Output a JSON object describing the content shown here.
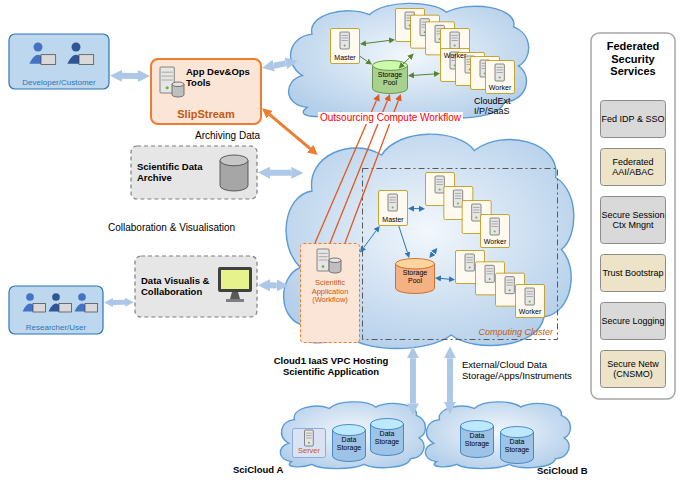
{
  "diagram": {
    "nodes": [
      {
        "text": [
          "Developer/Customer"
        ]
      },
      {
        "text": [
          "App Dev&Ops Tools",
          "SlipStream"
        ]
      },
      {
        "text": [
          "CloudExt I/P/SaaS"
        ]
      },
      {
        "text": [
          "Master"
        ],
        "in": 2
      },
      {
        "text": [
          "Storage Pool"
        ],
        "in": 2
      },
      {
        "text": [
          "Worker"
        ],
        "in": 2
      },
      {
        "text": [
          "Worker"
        ],
        "in": 2
      },
      {
        "text": [
          "Federated Security Services"
        ]
      },
      {
        "text": [
          "Fed IDP & SSO"
        ],
        "in": 7
      },
      {
        "text": [
          "Federated AAI/ABAC"
        ],
        "in": 7
      },
      {
        "text": [
          "Secure Session Ctx Mngnt"
        ],
        "in": 7
      },
      {
        "text": [
          "Trust Bootstrap"
        ],
        "in": 7
      },
      {
        "text": [
          "Secure Logging"
        ],
        "in": 7
      },
      {
        "text": [
          "Secure Netw (CNSMO)"
        ],
        "in": 7
      },
      {
        "text": [
          "Scientific Data Archive"
        ]
      },
      {
        "text": [
          "Cloud1 IaaS VPC Hosting Scientific Application"
        ]
      },
      {
        "text": [
          "Scientific Application (Workflow)"
        ],
        "in": 15
      },
      {
        "text": [
          "Computing Cluster"
        ],
        "in": 15
      },
      {
        "text": [
          "Master"
        ],
        "in": 17
      },
      {
        "text": [
          "Storage Pool"
        ],
        "in": 17
      },
      {
        "text": [
          "Worker"
        ],
        "in": 17
      },
      {
        "text": [
          "Worker"
        ],
        "in": 17
      },
      {
        "text": [
          "Researcher/User"
        ]
      },
      {
        "text": [
          "Data Visualis & Collaboration"
        ]
      },
      {
        "text": [
          "SciCloud A"
        ]
      },
      {
        "text": [
          "Server"
        ],
        "in": 24
      },
      {
        "text": [
          "Data Storage"
        ],
        "in": 24
      },
      {
        "text": [
          "Data Storage"
        ],
        "in": 24
      },
      {
        "text": [
          "SciCloud B"
        ]
      },
      {
        "text": [
          "Data Storage"
        ],
        "in": 28
      },
      {
        "text": [
          "Data Storage"
        ],
        "in": 28
      }
    ],
    "edges": [
      {
        "from": 0,
        "to": 1,
        "arrow": "both"
      },
      {
        "from": 1,
        "to": 2,
        "arrow": "both"
      },
      {
        "from": 1,
        "to": 15,
        "arrow": "both"
      },
      {
        "from": 14,
        "to": 15,
        "arrow": "both"
      },
      {
        "from": 22,
        "to": 23,
        "arrow": "both"
      },
      {
        "from": 23,
        "to": 15,
        "arrow": "both"
      },
      {
        "from": 15,
        "to": 24,
        "arrow": "both"
      },
      {
        "from": 15,
        "to": 28,
        "arrow": "both"
      },
      {
        "from": 16,
        "to": 4,
        "arrow": "to"
      },
      {
        "from": 16,
        "to": 4,
        "arrow": "to"
      },
      {
        "from": 16,
        "to": 4,
        "arrow": "to"
      },
      {
        "from": 3,
        "to": 5,
        "arrow": "both"
      },
      {
        "from": 3,
        "to": 4,
        "arrow": "to"
      },
      {
        "from": 4,
        "to": 5,
        "arrow": "both"
      },
      {
        "from": 4,
        "to": 6,
        "arrow": "both"
      },
      {
        "from": 18,
        "to": 20,
        "arrow": "both"
      },
      {
        "from": 18,
        "to": 19,
        "arrow": "to"
      },
      {
        "from": 19,
        "to": 20,
        "arrow": "both"
      },
      {
        "from": 19,
        "to": 21,
        "arrow": "both"
      },
      {
        "from": 16,
        "to": 18,
        "arrow": "both"
      }
    ],
    "labels": [
      "Outsourcing Compute Workflow",
      "Archiving Data",
      "Collaboration & Visualisation",
      "External/Cloud Data Storage/Apps/Instruments"
    ]
  }
}
